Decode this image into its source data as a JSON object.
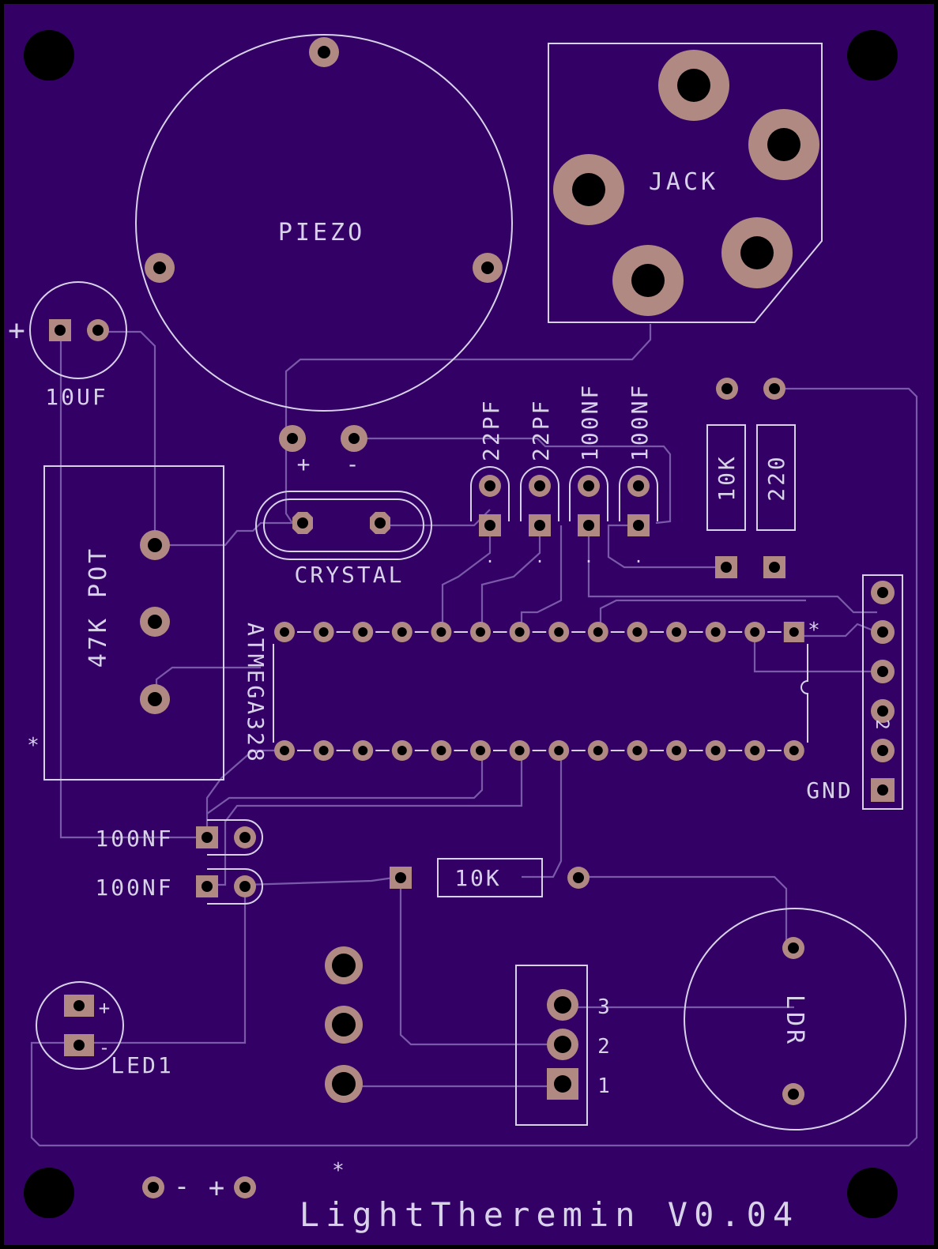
{
  "colors": {
    "board": "#330066",
    "silkscreen": "#d8d2e8",
    "copper_pad": "#b08a82",
    "trace": "#7a5aa8",
    "drill_hole": "#000000"
  },
  "labels": {
    "piezo": "PIEZO",
    "piezo_plus": "+",
    "piezo_minus": "-",
    "jack": "JACK",
    "cap_10uf": "10UF",
    "cap_10uf_plus": "+",
    "pot": "47K POT",
    "pot_star": "*",
    "crystal": "CRYSTAL",
    "cap_22pf_a": "22PF",
    "cap_22pf_b": "22PF",
    "cap_100nf_a": "100NF",
    "cap_100nf_b": "100NF",
    "res_10k_top": "10K",
    "res_220": "220",
    "mcu": "ATMEGA328",
    "mcu_star": "*",
    "header_gnd": "GND",
    "header_mark": "2",
    "cap_100nf_left_a": "100NF",
    "cap_100nf_left_b": "100NF",
    "res_10k_mid": "10K",
    "led": "LED1",
    "led_plus": "+",
    "led_minus": "-",
    "ldr": "LDR",
    "conn_pin3": "3",
    "conn_pin2": "2",
    "conn_pin1": "1",
    "power_minus": "-",
    "power_plus": "+",
    "bottom_star": "*",
    "title": "LightTheremin V0.04"
  }
}
